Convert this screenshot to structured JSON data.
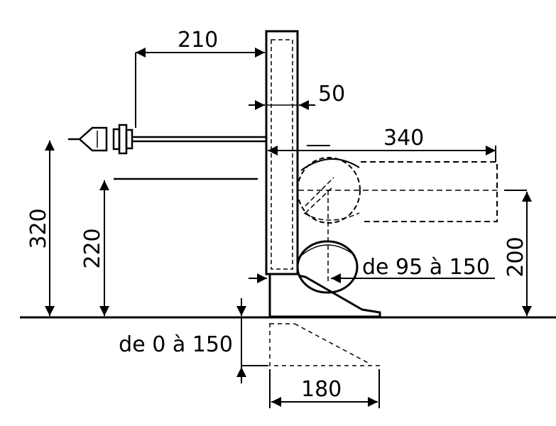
{
  "dimensions": {
    "d210": "210",
    "d50": "50",
    "d340": "340",
    "d320": "320",
    "d220": "220",
    "d200": "200",
    "d95_150": "de 95 à 150",
    "d0_150": "de 0 à 150",
    "d180": "180"
  },
  "colors": {
    "line": "#000000",
    "background": "#ffffff"
  }
}
